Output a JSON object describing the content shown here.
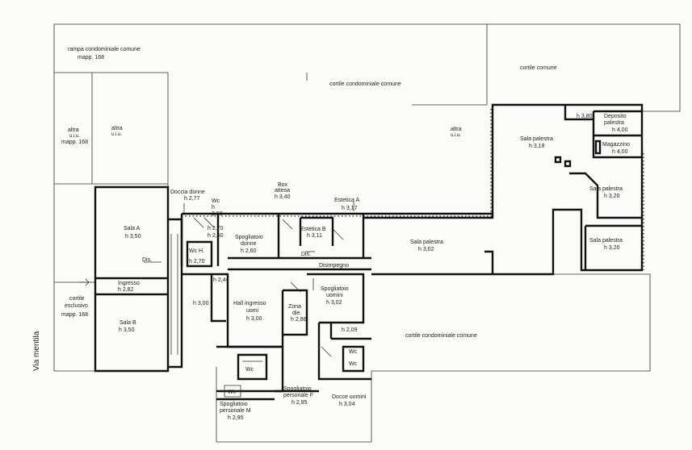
{
  "street": {
    "name": "Via mentila"
  },
  "areas": {
    "rampa": {
      "line1": "rampa condominiale comune",
      "line2": "mapp. 168"
    },
    "cortile_top_center": "cortile condominiale comune",
    "cortile_top_right": "cortile comune",
    "cortile_bottom": "cortile condominiale comune",
    "altra_left": {
      "line1": "altra",
      "line2": "u.i.u.",
      "line3": "mapp. 168"
    },
    "altra_mid": {
      "line1": "altra",
      "line2": "u.i.u."
    },
    "altra_center": {
      "line1": "altra",
      "line2": "u.i.u."
    },
    "cortile_esclusivo": {
      "line1": "cortile",
      "line2": "esclusivo",
      "line3": "mapp. 168"
    }
  },
  "rooms": {
    "sala_a": {
      "name": "Sala A",
      "h": "h 3,50"
    },
    "sala_b": {
      "name": "Sala B",
      "h": "h 3,50"
    },
    "ingresso": {
      "name": "Ingresso",
      "h": "h 2,82"
    },
    "dis_left": "Dis.",
    "doccia_donne": {
      "name": "Doccia donne",
      "h": "h 2,77"
    },
    "wc_top": {
      "name": "Wc",
      "h": "h",
      "h2": "2,60"
    },
    "h_2_70": "h 2,70",
    "h_2_50": "h 2,50",
    "wc_h": {
      "name": "Wc H.",
      "h": "h 2,70"
    },
    "h_2_44": "h 2,44",
    "h_3_00": "h 3,00",
    "spogliatoio_donne": {
      "name": "Spogliatoio",
      "name2": "donne",
      "h": "h 2,60"
    },
    "box_attesa": {
      "name": "Box",
      "name2": "attesa",
      "h": "h 3,40"
    },
    "estetica_a": {
      "name": "Estetica A",
      "h": "h 3,17"
    },
    "estetica_b": {
      "name": "Estetica B",
      "h": "h 3,11"
    },
    "dis_center": "Dis.",
    "disimpegno": "Disimpegno",
    "hall": {
      "name": "Hall ingresso",
      "name2": "uomi",
      "h": "h 3,00"
    },
    "zona_die": {
      "name": "Zona",
      "name2": "die.",
      "h": "h 2,86"
    },
    "spogliatoio_uomini": {
      "name": "Spogliatoio",
      "name2": "uomini",
      "h": "h 3,02"
    },
    "h_2_09": "h 2,09",
    "wc_right_a": "Wc",
    "wc_right_b": "Wc",
    "wc_bottom_left": "Wc",
    "wc_bottom_left2": "Wc",
    "spogliatoio_m": {
      "name": "Spogliatoio",
      "name2": "personale M",
      "h": "h 2,95"
    },
    "spogliatoio_f": {
      "name": "Spogliatoio",
      "name2": "personale F",
      "h": "h 2,95"
    },
    "docce_uomini": {
      "name": "Docce uomini",
      "h": "h 3,04"
    },
    "sala_palestra_center": {
      "name": "Sala palestra",
      "h": "h 3,02"
    },
    "sala_palestra_top": {
      "name": "Sala palestra",
      "h": "h 3,18"
    },
    "h_3_80": "h 3,80",
    "deposito": {
      "name": "Deposito",
      "name2": "palestra",
      "h": "h 4,00"
    },
    "magazzino": {
      "name": "Magazzino",
      "h": "h 4,00"
    },
    "sala_palestra_right": {
      "name": "Sala palestra",
      "h": "h 3,20"
    },
    "sala_palestra_right2": {
      "name": "Sala palestra",
      "h": "h 3,20"
    }
  }
}
